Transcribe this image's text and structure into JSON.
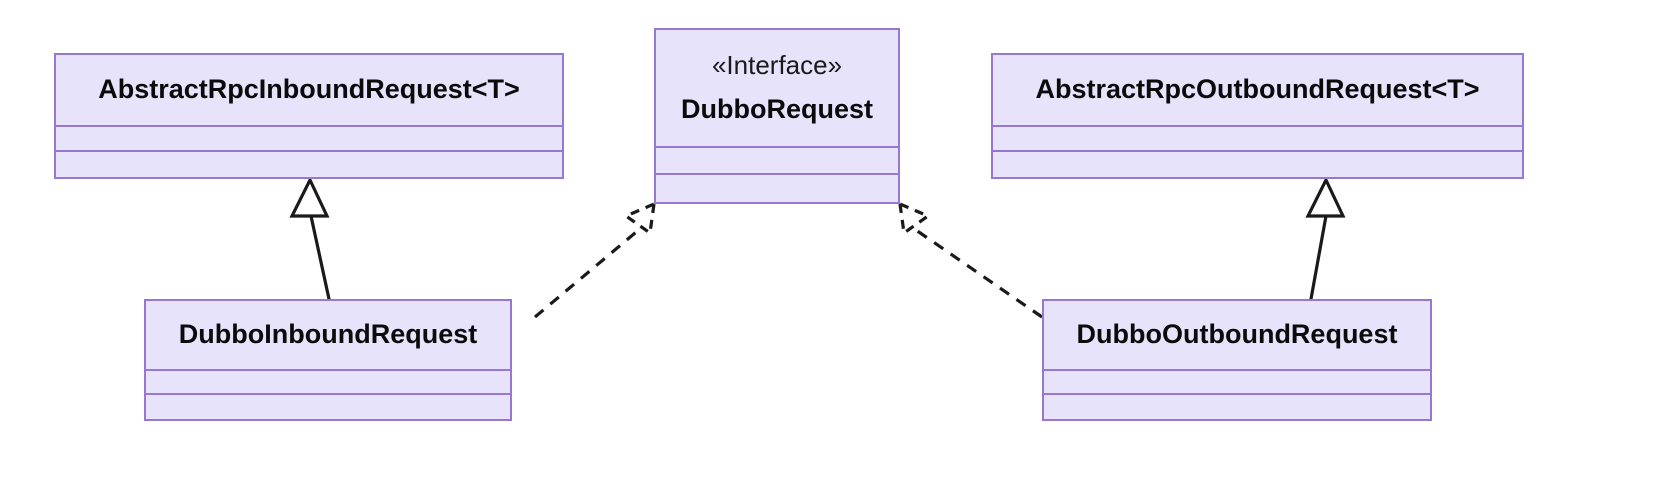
{
  "diagram": {
    "type": "uml-class-diagram",
    "background_color": "#ffffff",
    "box_fill_color": "#e7e3fb",
    "box_border_color": "#9777d1",
    "edge_color": "#1a1a1a",
    "classes": [
      {
        "id": "abstract-inbound",
        "name": "AbstractRpcInboundRequest<T>",
        "stereotype": "",
        "kind": "abstract-class"
      },
      {
        "id": "dubbo-request",
        "name": "DubboRequest",
        "stereotype": "«Interface»",
        "kind": "interface"
      },
      {
        "id": "abstract-outbound",
        "name": "AbstractRpcOutboundRequest<T>",
        "stereotype": "",
        "kind": "abstract-class"
      },
      {
        "id": "dubbo-inbound",
        "name": "DubboInboundRequest",
        "stereotype": "",
        "kind": "class"
      },
      {
        "id": "dubbo-outbound",
        "name": "DubboOutboundRequest",
        "stereotype": "",
        "kind": "class"
      }
    ],
    "relationships": [
      {
        "id": "gen-inbound",
        "type": "generalization",
        "style": "solid",
        "arrowhead": "hollow-triangle",
        "from": "DubboInboundRequest",
        "to": "AbstractRpcInboundRequest<T>"
      },
      {
        "id": "gen-outbound",
        "type": "generalization",
        "style": "solid",
        "arrowhead": "hollow-triangle",
        "from": "DubboOutboundRequest",
        "to": "AbstractRpcOutboundRequest<T>"
      },
      {
        "id": "real-inbound",
        "type": "realization",
        "style": "dashed",
        "arrowhead": "hollow-triangle",
        "from": "DubboInboundRequest",
        "to": "DubboRequest"
      },
      {
        "id": "real-outbound",
        "type": "realization",
        "style": "dashed",
        "arrowhead": "hollow-triangle",
        "from": "DubboOutboundRequest",
        "to": "DubboRequest"
      }
    ]
  }
}
